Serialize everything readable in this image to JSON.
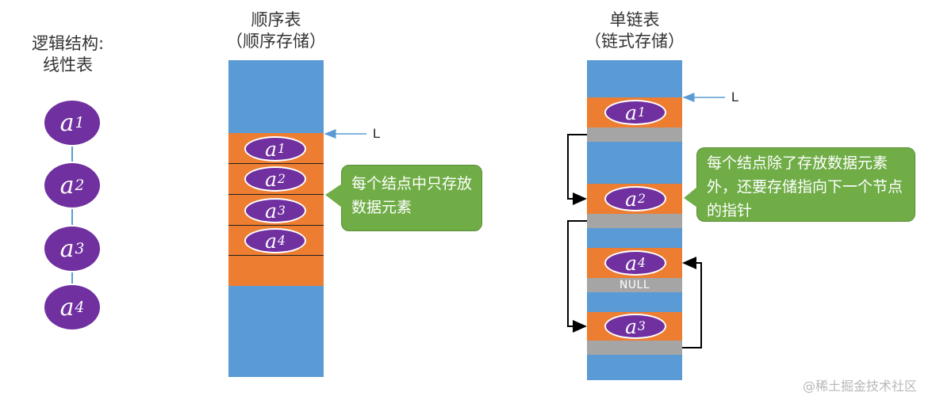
{
  "logical": {
    "label_line1": "逻辑结构:",
    "label_line2": "线性表",
    "nodes": [
      {
        "letter": "a",
        "sub": "1"
      },
      {
        "letter": "a",
        "sub": "2"
      },
      {
        "letter": "a",
        "sub": "3"
      },
      {
        "letter": "a",
        "sub": "4"
      }
    ]
  },
  "sequential": {
    "title_line1": "顺序表",
    "title_line2": "（顺序存储）",
    "pointer_label": "L",
    "nodes": [
      {
        "letter": "a",
        "sub": "1"
      },
      {
        "letter": "a",
        "sub": "2"
      },
      {
        "letter": "a",
        "sub": "3"
      },
      {
        "letter": "a",
        "sub": "4"
      }
    ],
    "callout": "每个结点中只存放数据元素"
  },
  "linked": {
    "title_line1": "单链表",
    "title_line2": "（链式存储）",
    "pointer_label": "L",
    "nodes": [
      {
        "letter": "a",
        "sub": "1"
      },
      {
        "letter": "a",
        "sub": "2"
      },
      {
        "letter": "a",
        "sub": "4"
      },
      {
        "letter": "a",
        "sub": "3"
      }
    ],
    "null_label": "NULL",
    "callout": "每个结点除了存放数据元素外，还要存储指向下一个节点的指针"
  },
  "watermark": "@稀土掘金技术社区",
  "colors": {
    "memory_blue": "#5b9bd5",
    "data_orange": "#ed7d31",
    "pointer_gray": "#a5a5a5",
    "node_purple": "#7030a0",
    "callout_green": "#70ad47",
    "arrow_blue": "#5b9bd5"
  }
}
